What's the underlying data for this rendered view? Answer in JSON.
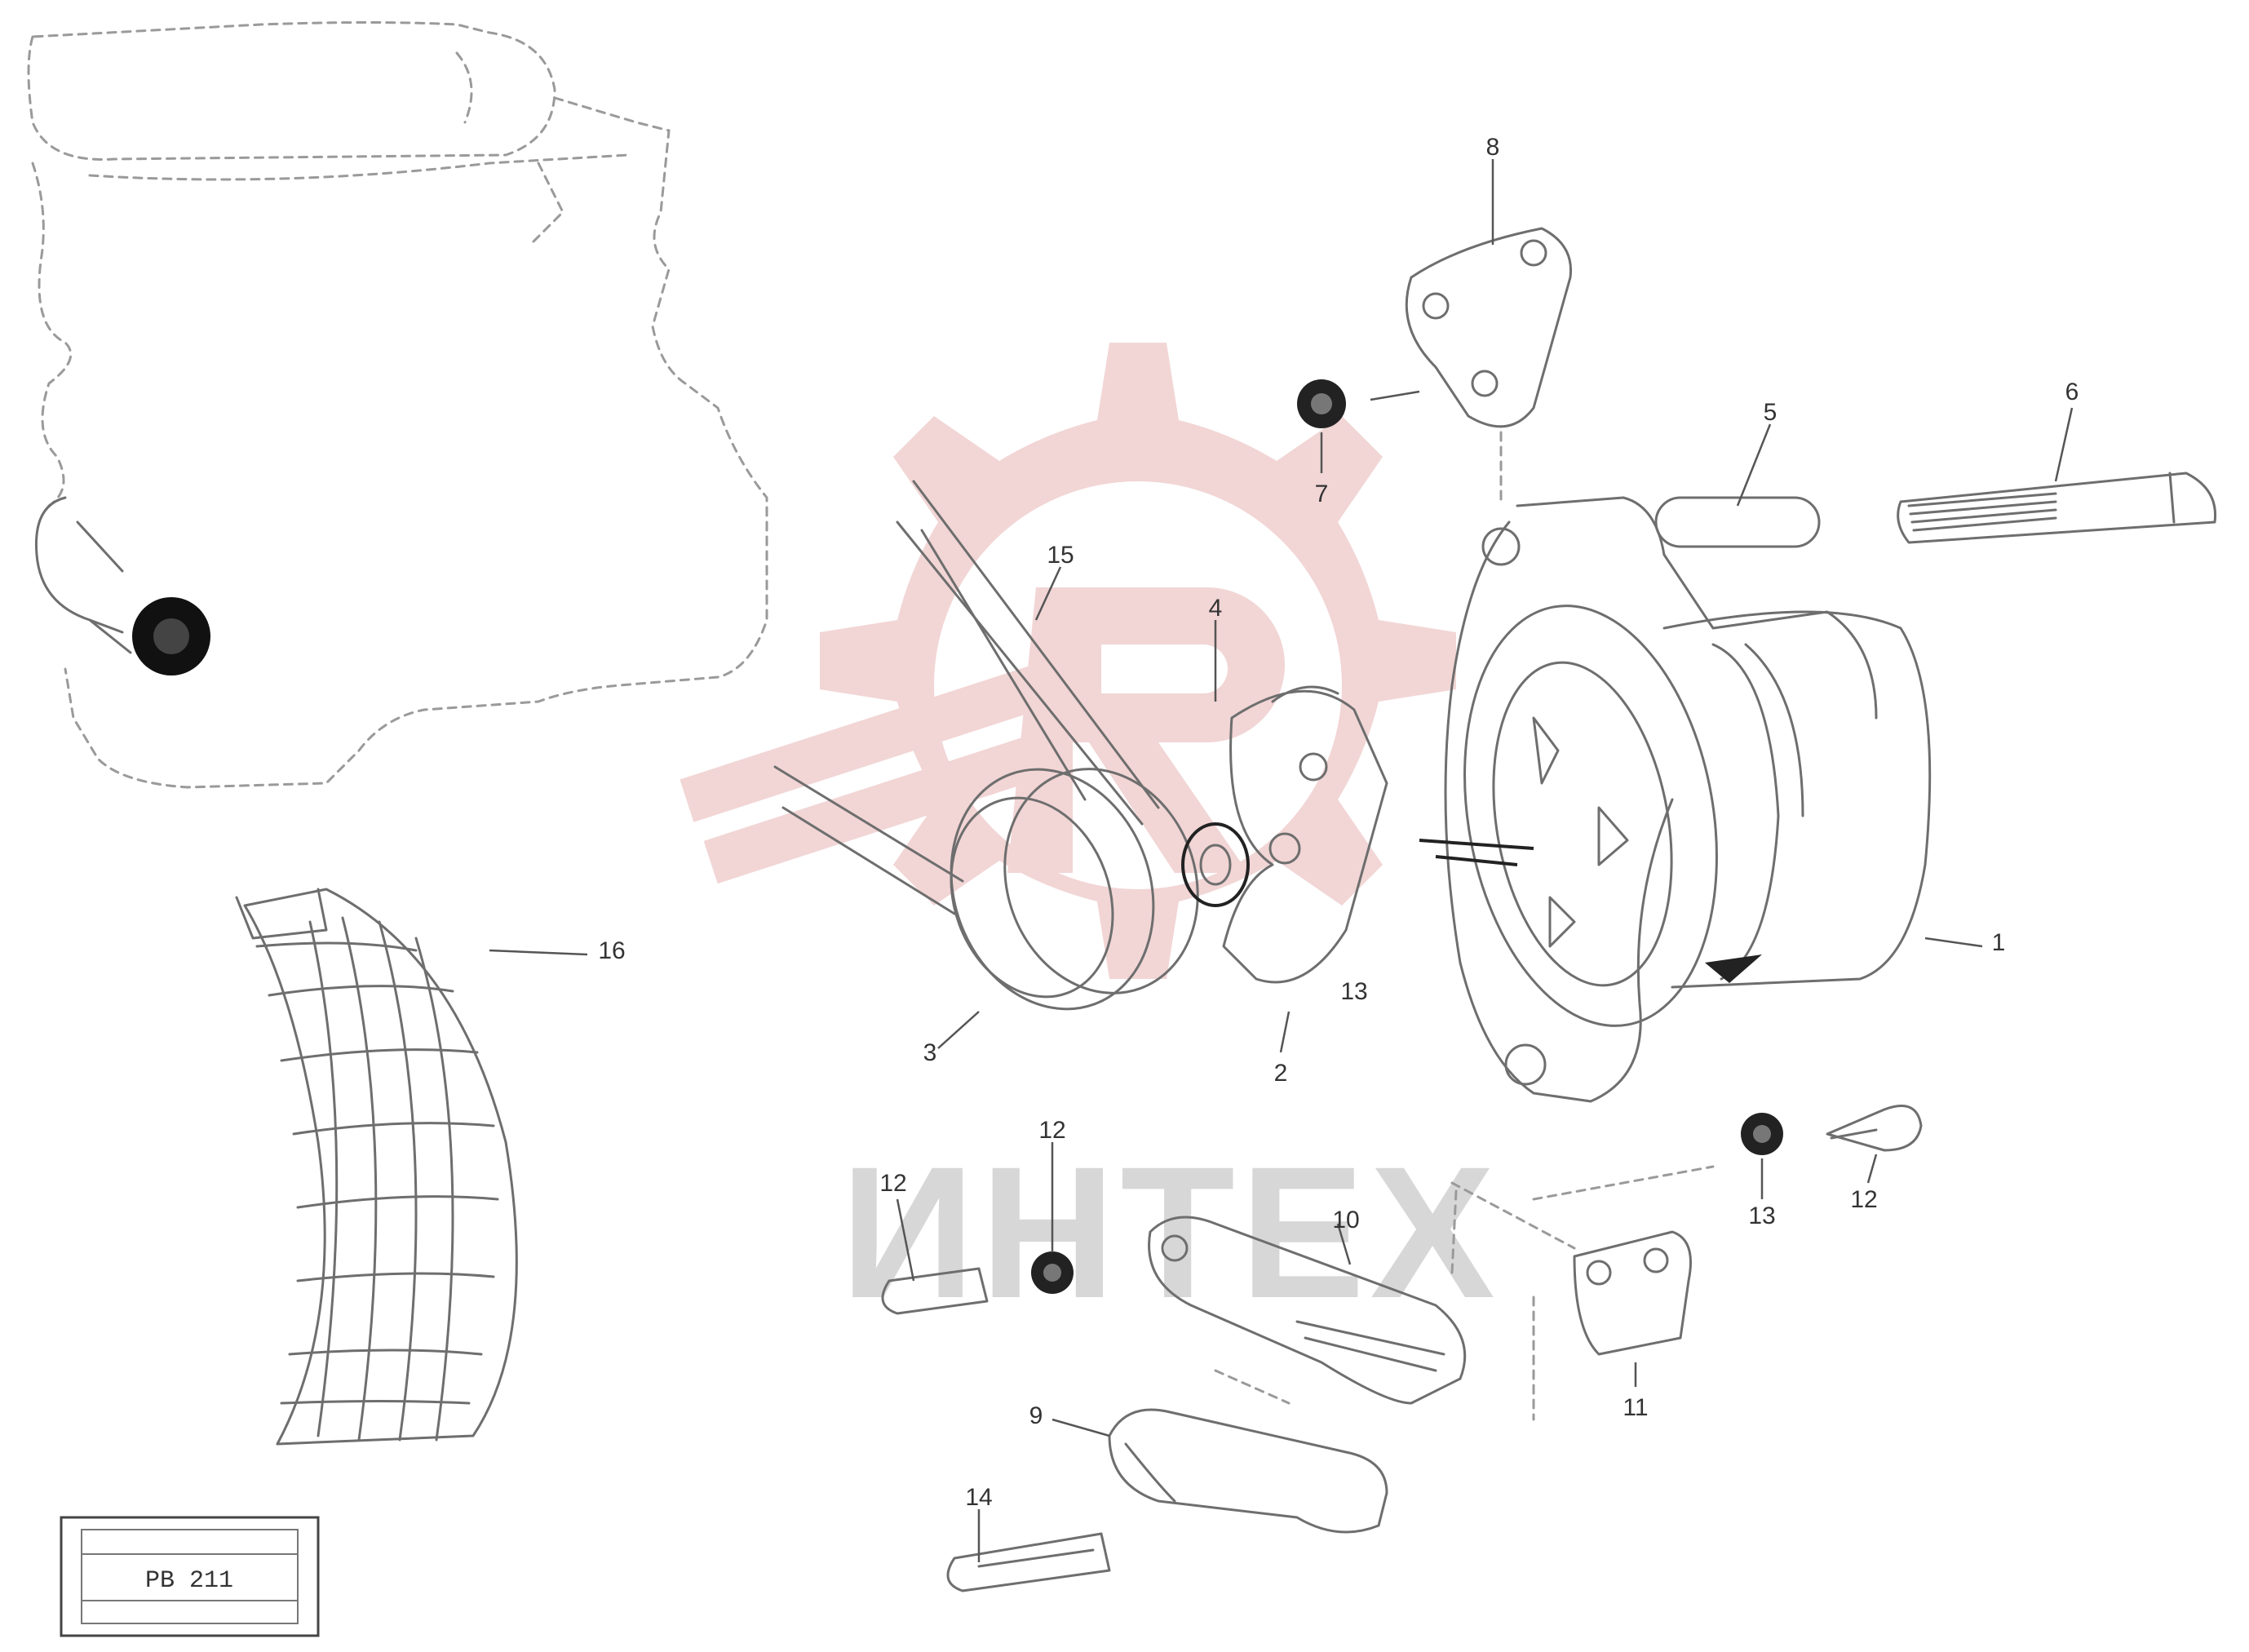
{
  "watermark": {
    "text": "ИНТЕХ",
    "color_gear": "#e8b4b4",
    "color_text": "#d7d7d7"
  },
  "callouts": [
    {
      "id": "c1",
      "text": "1"
    },
    {
      "id": "c2",
      "text": "2"
    },
    {
      "id": "c3",
      "text": "3"
    },
    {
      "id": "c4",
      "text": "4"
    },
    {
      "id": "c5",
      "text": "5"
    },
    {
      "id": "c6",
      "text": "6"
    },
    {
      "id": "c7",
      "text": "7"
    },
    {
      "id": "c8",
      "text": "8"
    },
    {
      "id": "c9",
      "text": "9"
    },
    {
      "id": "c10",
      "text": "10"
    },
    {
      "id": "c11",
      "text": "11"
    },
    {
      "id": "c12a",
      "text": "12"
    },
    {
      "id": "c12b",
      "text": "12"
    },
    {
      "id": "c12c",
      "text": "12"
    },
    {
      "id": "c13a",
      "text": "13"
    },
    {
      "id": "c13b",
      "text": "13"
    },
    {
      "id": "c14",
      "text": "14"
    },
    {
      "id": "c15",
      "text": "15"
    },
    {
      "id": "c16",
      "text": "16"
    }
  ],
  "label_box": {
    "top": "",
    "middle": "PB 211",
    "bottom": ""
  }
}
